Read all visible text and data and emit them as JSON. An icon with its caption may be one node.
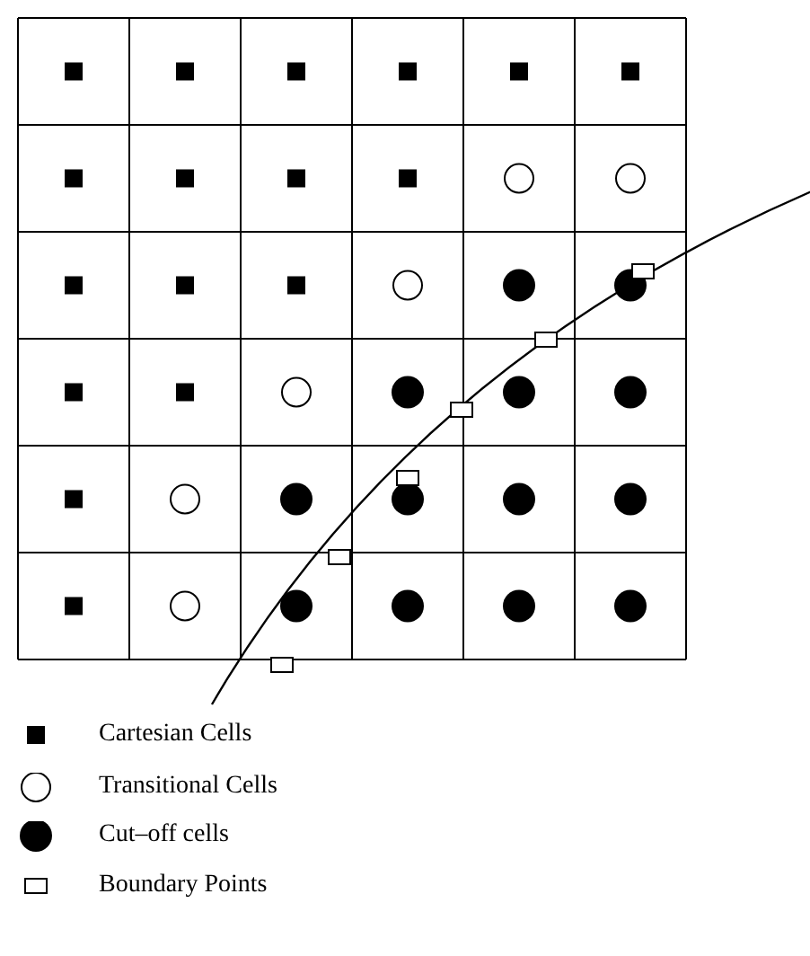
{
  "diagram": {
    "legend": [
      {
        "text": "Cartesian Cells"
      },
      {
        "text": "Transitional Cells"
      },
      {
        "text": "Cut–off cells"
      },
      {
        "text": "Boundary Points"
      }
    ]
  }
}
